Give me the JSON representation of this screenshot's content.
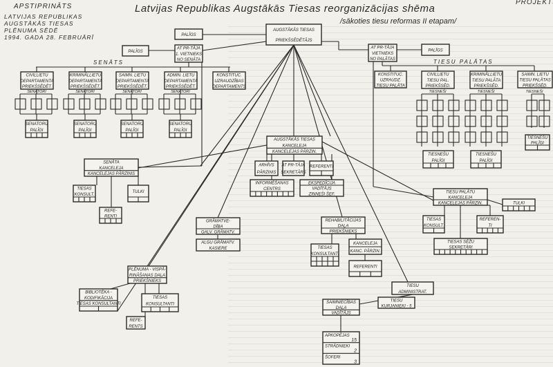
{
  "header": {
    "approved": "APSTIPRINĀTS",
    "approved_by": [
      "LATVIJAS REPUBLIKAS",
      "AUGSTĀKĀS TIESAS",
      "PLĒNUMA SĒDĒ",
      "1994. GADA 28. FEBRUĀRĪ"
    ],
    "title": "Latvijas Republikas Augstākās Tiesas reorganizācijas shēma",
    "subtitle": "/sākoties tiesu reformas II etapam/",
    "draft": "PROJEKTS"
  },
  "labels": {
    "senats": "SENĀTS",
    "tiesu_palatas": "TIESU PALĀTAS",
    "senatori": "SENATORI",
    "tiesnesi": "TIESNEŠI"
  },
  "boxes": {
    "palig_top": {
      "lines": [
        "PALĪGS"
      ]
    },
    "chairman": {
      "lines": [
        "AUGSTĀKĀS TIESAS",
        "PRIEKŠSĒDĒTĀJS"
      ]
    },
    "palig_sen": {
      "lines": [
        "PALĪGS"
      ]
    },
    "vice_sen": {
      "lines": [
        "AT PR-TĀJA",
        "1. VIETNIEKS",
        "NO SENĀTA"
      ]
    },
    "dept_civ": {
      "lines": [
        "CIVILLIETU",
        "DEPARTAMENTA",
        "PRIEKŠSĒDĒT."
      ]
    },
    "dept_krim": {
      "lines": [
        "KRIMINĀLLIETU",
        "DEPARTAMENTA",
        "PRIEKŠSĒDĒT."
      ]
    },
    "dept_saimn": {
      "lines": [
        "SAIMN. LIETU",
        "DEPARTAMENTA",
        "PRIEKŠSĒDĒT."
      ]
    },
    "dept_admin": {
      "lines": [
        "ADMIN. LIETU",
        "DEPARTAMENTA",
        "PRIEKŠSĒDĒT."
      ]
    },
    "dept_konst": {
      "lines": [
        "KONSTITUC.",
        "UZRAUDZĪBAS",
        "DEPARTAMENTS"
      ]
    },
    "sp_civ": {
      "lines": [
        "SENATORU",
        "PALĪGI"
      ]
    },
    "sp_krim": {
      "lines": [
        "SENATORU",
        "PALĪGI"
      ]
    },
    "sp_saimn": {
      "lines": [
        "SENATORU",
        "PALĪGI"
      ]
    },
    "sp_admin": {
      "lines": [
        "SENATORU",
        "PALĪGI"
      ]
    },
    "vice_pal": {
      "lines": [
        "AT PR-TĀJA",
        "VIETNIEKS",
        "NO PALĀTAS"
      ]
    },
    "palig_pal": {
      "lines": [
        "PALĪGS"
      ]
    },
    "pal_konst": {
      "lines": [
        "KONSTITUC.",
        "UZRAUDZ.",
        "TIESU PALĀTA"
      ]
    },
    "pal_civ": {
      "lines": [
        "CIVILLIETU",
        "TIESU PAL.",
        "PRIEKŠSĒD."
      ]
    },
    "pal_krim": {
      "lines": [
        "KRIMINĀLLIETU",
        "TIESU PALĀTA",
        "PRIEKŠSĒD."
      ]
    },
    "pal_saimn": {
      "lines": [
        "SAIMN. LIETU",
        "TIESU PALĀTAS",
        "PRIEKŠSĒD."
      ]
    },
    "tp_civ": {
      "lines": [
        "TIESNEŠU",
        "PALĪGI"
      ]
    },
    "tp_krim": {
      "lines": [
        "TIESNEŠU",
        "PALĪGI"
      ]
    },
    "tp_saimn": {
      "lines": [
        "TIESNEŠU",
        "PALĪGI"
      ]
    },
    "kanc": {
      "lines": [
        "AUGSTĀKĀS TIESAS",
        "KANCELEJA",
        "KANCELEJAS PĀRZIN."
      ]
    },
    "arhivs": {
      "lines": [
        "ARHĪVS",
        "PĀRZINIS"
      ]
    },
    "sekr": {
      "lines": [
        "AT PR-TĀJA",
        "SEKRETĀRS"
      ]
    },
    "ref_k": {
      "lines": [
        "REFERENTI"
      ]
    },
    "info": {
      "lines": [
        "INFORMĒŠANAS",
        "CENTRS"
      ]
    },
    "eksp": {
      "lines": [
        "EKSPEDĪCIJA",
        "VADĪTĀJS",
        "ZIŅNEŠI   ŠEF."
      ]
    },
    "sen_kanc": {
      "lines": [
        "SENĀTA",
        "KANCELEJA",
        "KANCELEJAS PĀRZINIS"
      ]
    },
    "sk_kons": {
      "lines": [
        "TIESAS",
        "KONSULT."
      ]
    },
    "sk_tulki": {
      "lines": [
        "TULKI"
      ]
    },
    "sk_ref": {
      "lines": [
        "REFE-",
        "RENTI"
      ]
    },
    "gram": {
      "lines": [
        "GRĀMATVE-",
        "DĪBA",
        "GALV. GRĀMATV."
      ]
    },
    "algu": {
      "lines": [
        "ALGU GRĀMATV.",
        "KASIERE"
      ]
    },
    "rehab": {
      "lines": [
        "REHABILITĀCIJAS",
        "DAĻA",
        "PRIEKŠNIEKS"
      ]
    },
    "reh_kons": {
      "lines": [
        "TIESAS",
        "KONSULTANTI"
      ]
    },
    "reh_kanc": {
      "lines": [
        "KANCELEJA",
        "KANC. PĀRZIN."
      ]
    },
    "reh_ref": {
      "lines": [
        "REFERENTI"
      ]
    },
    "tpk": {
      "lines": [
        "TIESU PALĀTU",
        "KANCELEJA",
        "KANCELEJAS PĀRZIN."
      ]
    },
    "tpk_tulki": {
      "lines": [
        "TULKI"
      ]
    },
    "tpk_kons": {
      "lines": [
        "TIESAS",
        "KONSULT."
      ]
    },
    "tpk_ref": {
      "lines": [
        "REFEREN-",
        "TI"
      ]
    },
    "tpk_sekr": {
      "lines": [
        "TIESAS SĒŽU",
        "SEKRETĀRI"
      ]
    },
    "adm": {
      "lines": [
        "TIESU",
        "ADMINISTRAT."
      ]
    },
    "saimn_d": {
      "lines": [
        "SAIMNIECĪBAS",
        "DAĻA",
        "VADĪTĀJS"
      ]
    },
    "kurj": {
      "lines": [
        "TIESU",
        "KURJANIEKI - 5"
      ]
    },
    "apkop": {
      "lines": [
        "APKOPĒJAS",
        "15",
        "STRĀDNIEKI",
        "2",
        "ŠOFERI",
        "3"
      ]
    },
    "plen": {
      "lines": [
        "PLĒNUMA - VISPĀ-",
        "RINĀŠANAS DAĻA",
        "PRIEKŠNIEKS"
      ]
    },
    "bibl": {
      "lines": [
        "BIBLIOTĒKA -",
        "KODIFIKĀCIJA",
        "TIESAS KONSULTANTI"
      ]
    },
    "plen_kons": {
      "lines": [
        "TIESAS",
        "KONSULTANTI"
      ]
    },
    "plen_ref": {
      "lines": [
        "REFE-",
        "RENTS"
      ]
    }
  }
}
